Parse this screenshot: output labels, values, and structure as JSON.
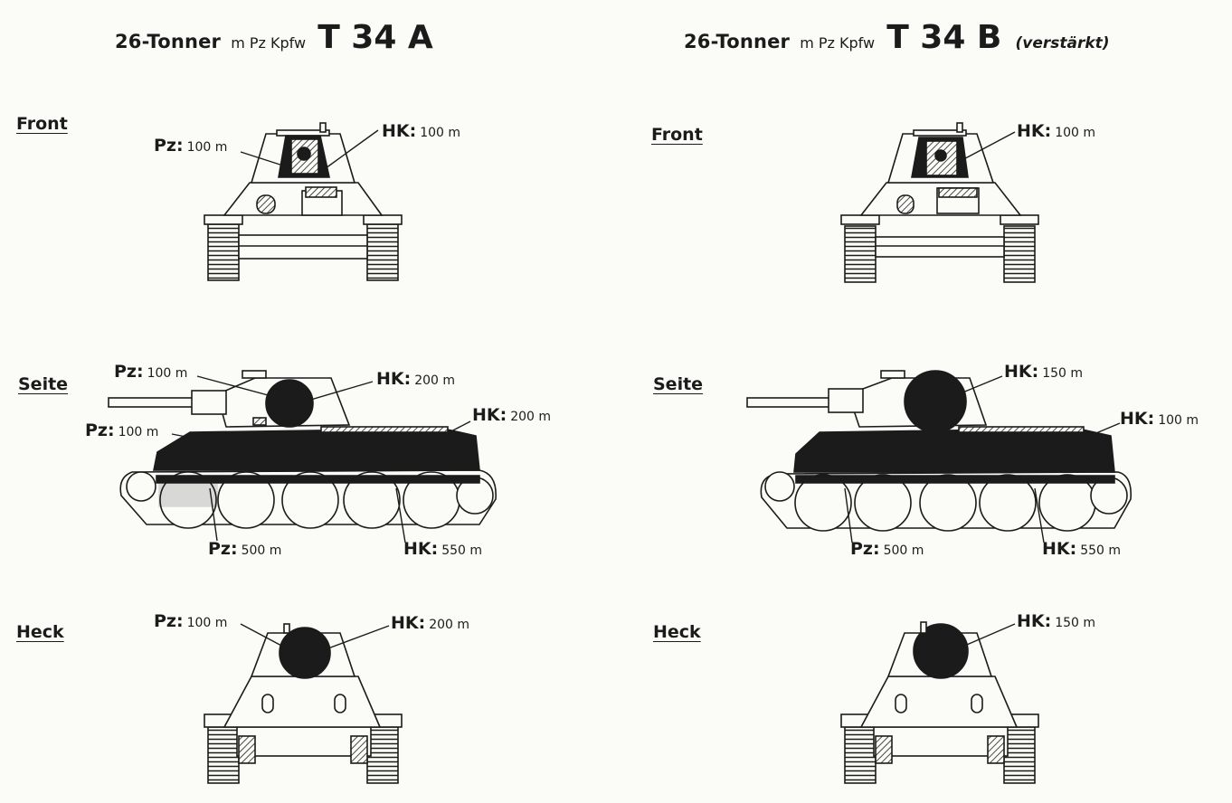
{
  "left": {
    "title_prefix": "26-Tonner",
    "title_mid": "m Pz Kpfw",
    "title_model": "T 34 A",
    "front": {
      "section": "Front",
      "pz": {
        "key": "Pz:",
        "value": "100 m"
      },
      "hk": {
        "key": "HK:",
        "value": "100 m"
      }
    },
    "side": {
      "section": "Seite",
      "pz_turret": {
        "key": "Pz:",
        "value": "100 m"
      },
      "hk_turret": {
        "key": "HK:",
        "value": "200 m"
      },
      "pz_hull": {
        "key": "Pz:",
        "value": "100 m"
      },
      "hk_hull": {
        "key": "HK:",
        "value": "200 m"
      },
      "pz_lower": {
        "key": "Pz:",
        "value": "500 m"
      },
      "hk_lower": {
        "key": "HK:",
        "value": "550 m"
      }
    },
    "rear": {
      "section": "Heck",
      "pz": {
        "key": "Pz:",
        "value": "100 m"
      },
      "hk": {
        "key": "HK:",
        "value": "200 m"
      }
    }
  },
  "right": {
    "title_prefix": "26-Tonner",
    "title_mid": "m Pz Kpfw",
    "title_model": "T 34 B",
    "title_suffix": "(verstärkt)",
    "front": {
      "section": "Front",
      "hk": {
        "key": "HK:",
        "value": "100 m"
      }
    },
    "side": {
      "section": "Seite",
      "hk_turret": {
        "key": "HK:",
        "value": "150 m"
      },
      "hk_hull": {
        "key": "HK:",
        "value": "100 m"
      },
      "pz_lower": {
        "key": "Pz:",
        "value": "500 m"
      },
      "hk_lower": {
        "key": "HK:",
        "value": "550 m"
      }
    },
    "rear": {
      "section": "Heck",
      "hk": {
        "key": "HK:",
        "value": "150 m"
      }
    }
  },
  "colors": {
    "ink": "#1b1b1b",
    "paper": "#fbfbf8"
  }
}
